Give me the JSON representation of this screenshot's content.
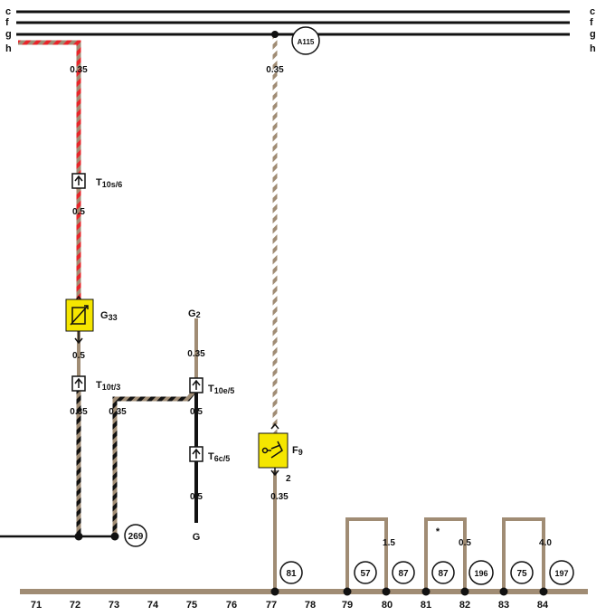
{
  "rails": [
    "c",
    "f",
    "g",
    "h"
  ],
  "wire_gauges": {
    "g33_top": "0.35",
    "g33_mid": "0.5",
    "g33_below": "0.5",
    "t10t_left": "0.35",
    "t10t_right": "0.35",
    "a115_drop": "0.35",
    "f9_below": "0.35",
    "g2_top": "0.35",
    "g2_mid1": "0.5",
    "g2_mid2": "0.5",
    "r80": "1.5",
    "r82": "0.5",
    "r84": "4.0",
    "f9_pin": "2"
  },
  "connectors": {
    "t10s": {
      "name": "T",
      "sub": "10s/6"
    },
    "t10t": {
      "name": "T",
      "sub": "10t/3"
    },
    "t10e": {
      "name": "T",
      "sub": "10e/5"
    },
    "t6c": {
      "name": "T",
      "sub": "6c/5"
    }
  },
  "components": {
    "g33": {
      "name": "G",
      "sub": "33"
    },
    "f9": {
      "name": "F",
      "sub": "9"
    },
    "g2": {
      "name": "G",
      "sub": "2"
    },
    "g_ground": "G",
    "star": "*"
  },
  "badges": {
    "a115": "A115",
    "b269": "269",
    "b81": "81",
    "b57": "57",
    "b87a": "87",
    "b87b": "87",
    "b196": "196",
    "b75": "75",
    "b197": "197"
  },
  "ruler": [
    "71",
    "72",
    "73",
    "74",
    "75",
    "76",
    "77",
    "78",
    "79",
    "80",
    "81",
    "82",
    "83",
    "84"
  ],
  "colors": {
    "brown": "#a08c74",
    "red": "#e8262b",
    "black": "#111111",
    "white": "#ffffff",
    "component_fill": "#f5e600"
  }
}
